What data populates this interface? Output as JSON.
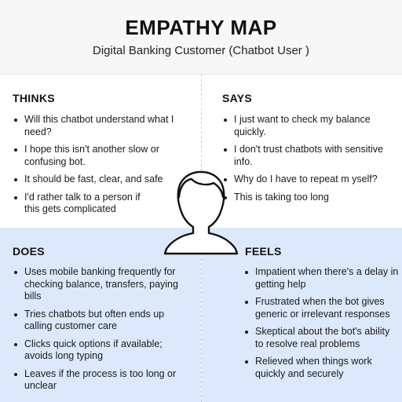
{
  "header": {
    "title": "EMPATHY MAP",
    "subtitle": "Digital Banking Customer (Chatbot User )"
  },
  "quadrants": {
    "thinks": {
      "heading": "THINKS",
      "items": [
        "Will this chatbot understand what I need?",
        "I hope this isn't another slow or confusing bot.",
        "It should be fast, clear, and safe",
        "I'd rather talk to a person if this gets complicated"
      ]
    },
    "says": {
      "heading": "SAYS",
      "items": [
        "I just want to check my balance quickly.",
        "I don't trust chatbots with sensitive info.",
        "Why do I have to repeat m yself?",
        "This is taking too long"
      ]
    },
    "does": {
      "heading": "DOES",
      "items": [
        "Uses mobile banking frequently for checking balance, transfers, paying bills",
        "Tries chatbots but often ends up calling customer care",
        "Clicks quick options if available; avoids long typing",
        "Leaves if the process is too long or unclear"
      ]
    },
    "feels": {
      "heading": "FEELS",
      "items": [
        "Impatient when there's a delay in getting help",
        "Frustrated when the bot gives generic or irrelevant responses",
        "Skeptical about the bot's ability to resolve real problems",
        "Relieved when things work quickly and securely"
      ]
    }
  },
  "center": {
    "icon": "user-avatar-icon"
  },
  "colors": {
    "header_bg": "#f7f7f8",
    "top_quadrant_bg": "#ffffff",
    "bottom_quadrant_bg": "#dce9fb",
    "text": "#111111"
  }
}
